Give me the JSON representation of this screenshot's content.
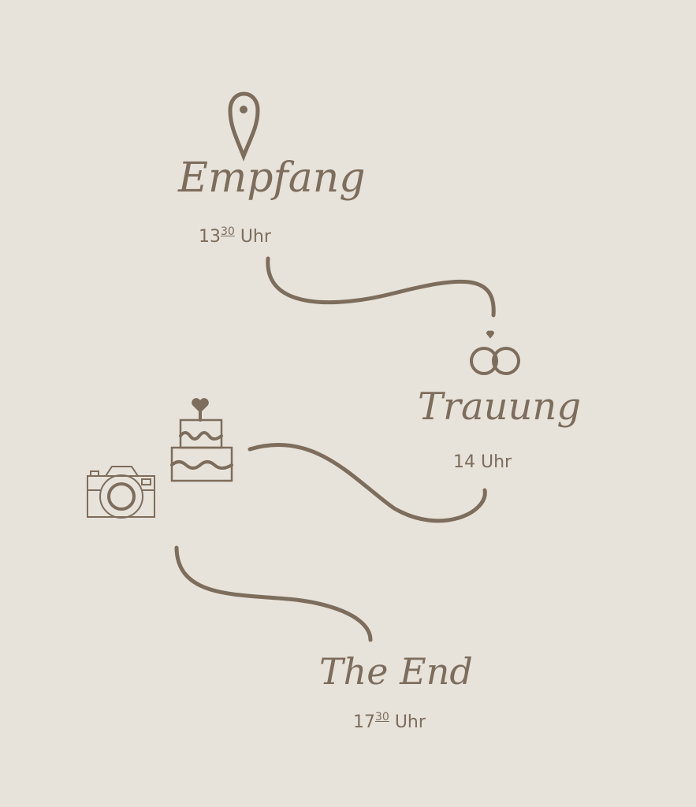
{
  "colors": {
    "background": "#e7e3db",
    "ink": "#7d6d5c"
  },
  "stops": [
    {
      "icon": "location-pin-icon",
      "title": "Empfang",
      "time_hour": "13",
      "time_minutes": "30",
      "time_suffix": "Uhr"
    },
    {
      "icon": "wedding-rings-icon",
      "title": "Trauung",
      "time_hour": "14",
      "time_minutes": "",
      "time_suffix": "Uhr"
    },
    {
      "icon": "cake-icon",
      "secondary_icon": "camera-icon"
    },
    {
      "title": "The End",
      "time_hour": "17",
      "time_minutes": "30",
      "time_suffix": "Uhr"
    }
  ]
}
